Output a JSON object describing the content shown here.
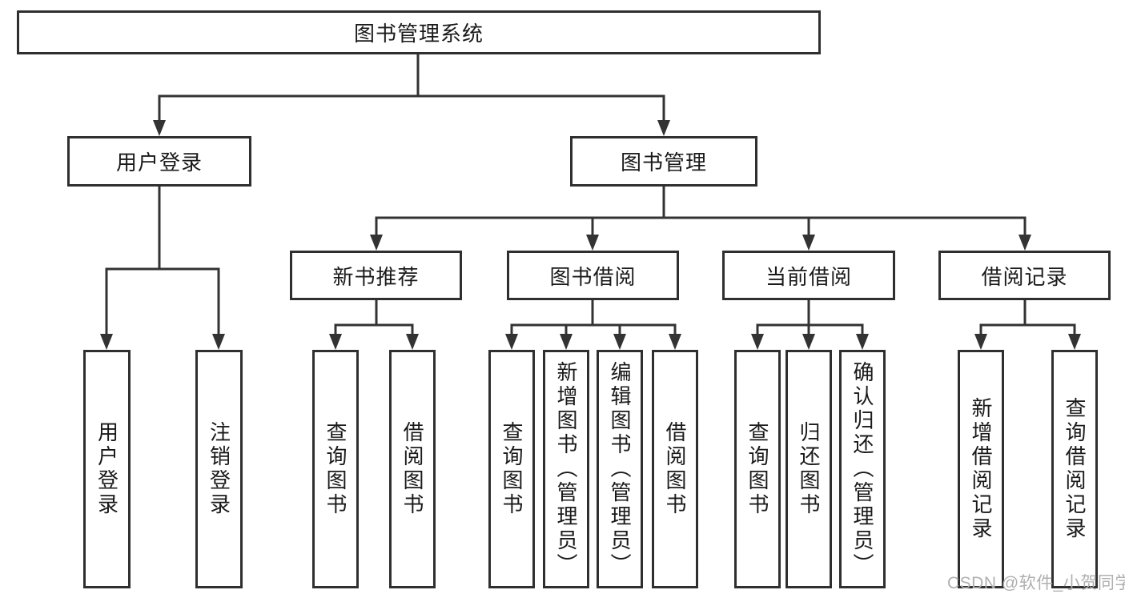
{
  "colors": {
    "line": "#333333",
    "box_border": "#2f2f2f",
    "text": "#1a1a1a",
    "watermark": "#b0b0b0",
    "background": "#ffffff"
  },
  "tree": {
    "label": "图书管理系统",
    "children": [
      {
        "label": "用户登录",
        "children": [
          {
            "label": "用户登录"
          },
          {
            "label": "注销登录"
          }
        ]
      },
      {
        "label": "图书管理",
        "children": [
          {
            "label": "新书推荐",
            "children": [
              {
                "label": "查询图书"
              },
              {
                "label": "借阅图书"
              }
            ]
          },
          {
            "label": "图书借阅",
            "children": [
              {
                "label": "查询图书"
              },
              {
                "label": "新增图书（管理员）"
              },
              {
                "label": "编辑图书（管理员）"
              },
              {
                "label": "借阅图书"
              }
            ]
          },
          {
            "label": "当前借阅",
            "children": [
              {
                "label": "查询图书"
              },
              {
                "label": "归还图书"
              },
              {
                "label": "确认归还（管理员）"
              }
            ]
          },
          {
            "label": "借阅记录",
            "children": [
              {
                "label": "新增借阅记录"
              },
              {
                "label": "查询借阅记录"
              }
            ]
          }
        ]
      }
    ]
  },
  "watermark": {
    "text": "CSDN @软件_小贺同学"
  }
}
